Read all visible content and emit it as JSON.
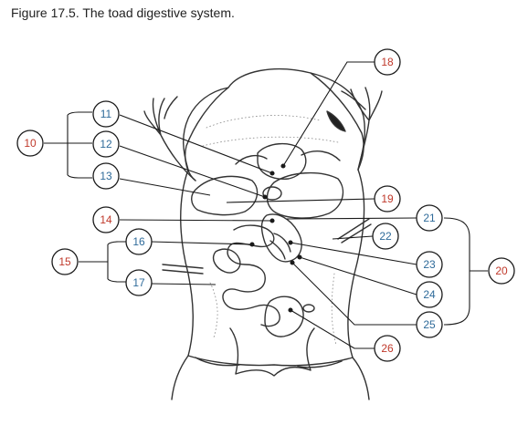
{
  "caption": "Figure 17.5. The toad digestive system.",
  "colors": {
    "red": "#c0392b",
    "blue": "#2f6b9a",
    "line": "#1a1a1a",
    "ink": "#333333"
  },
  "labels": [
    {
      "id": "10",
      "color": "red"
    },
    {
      "id": "11",
      "color": "blue"
    },
    {
      "id": "12",
      "color": "blue"
    },
    {
      "id": "13",
      "color": "blue"
    },
    {
      "id": "14",
      "color": "red"
    },
    {
      "id": "15",
      "color": "red"
    },
    {
      "id": "16",
      "color": "blue"
    },
    {
      "id": "17",
      "color": "blue"
    },
    {
      "id": "18",
      "color": "red"
    },
    {
      "id": "19",
      "color": "red"
    },
    {
      "id": "20",
      "color": "red"
    },
    {
      "id": "21",
      "color": "blue"
    },
    {
      "id": "22",
      "color": "blue"
    },
    {
      "id": "23",
      "color": "blue"
    },
    {
      "id": "24",
      "color": "blue"
    },
    {
      "id": "25",
      "color": "blue"
    },
    {
      "id": "26",
      "color": "red"
    }
  ]
}
